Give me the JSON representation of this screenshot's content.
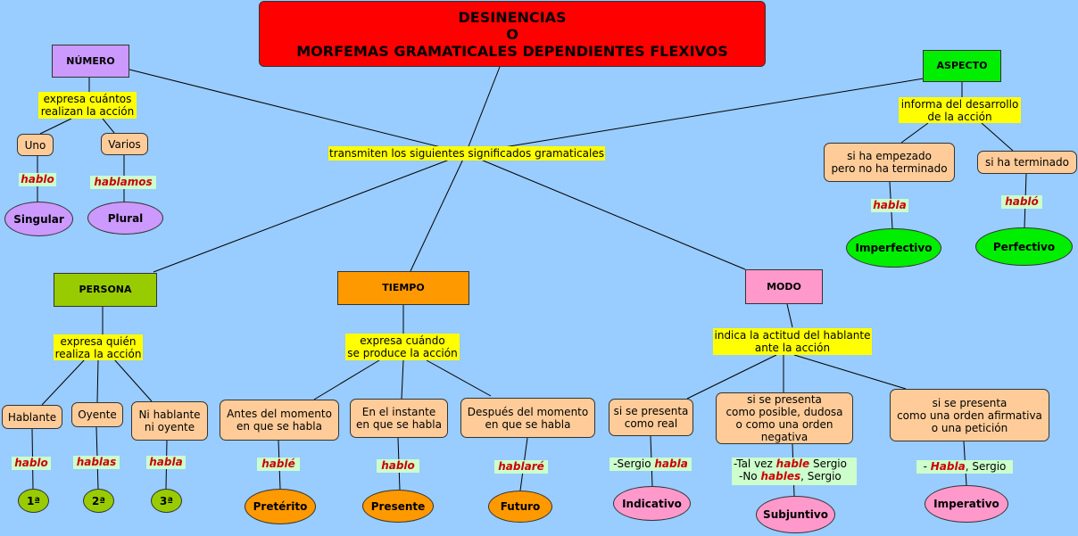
{
  "title": {
    "line1": "DESINENCIAS",
    "line2": "O",
    "line3": "MORFEMAS GRAMATICALES DEPENDIENTES FLEXIVOS"
  },
  "center_label": "transmiten los siguientes significados gramaticales",
  "numero": {
    "title": "NÚMERO",
    "link": "expresa cuántos\nrealizan la acción",
    "opt1": "Uno",
    "ex1": "hablo",
    "res1": "Singular",
    "opt2": "Varios",
    "ex2": "hablamos",
    "res2": "Plural"
  },
  "aspecto": {
    "title": "ASPECTO",
    "link": "informa del desarrollo\nde la acción",
    "opt1": "si ha empezado\npero no ha terminado",
    "ex1": "habla",
    "res1": "Imperfectivo",
    "opt2": "si ha terminado",
    "ex2": "habló",
    "res2": "Perfectivo"
  },
  "persona": {
    "title": "PERSONA",
    "link": "expresa quién\nrealiza la acción",
    "opt1": "Hablante",
    "ex1": "hablo",
    "res1": "1ª",
    "opt2": "Oyente",
    "ex2": "hablas",
    "res2": "2ª",
    "opt3": "Ni hablante\nni oyente",
    "ex3": "habla",
    "res3": "3ª"
  },
  "tiempo": {
    "title": "TIEMPO",
    "link": "expresa cuándo\nse produce la acción",
    "opt1": "Antes del momento\nen que se habla",
    "ex1": "hablé",
    "res1": "Pretérito",
    "opt2": "En el instante\nen que se habla",
    "ex2": "hablo",
    "res2": "Presente",
    "opt3": "Después del momento\nen que se habla",
    "ex3": "hablaré",
    "res3": "Futuro"
  },
  "modo": {
    "title": "MODO",
    "link": "indica la actitud del hablante\nante la acción",
    "opt1": "si se presenta\ncomo real",
    "ex1_pre": "-Sergio ",
    "ex1": "habla",
    "res1": "Indicativo",
    "opt2": "si se presenta\ncomo posible, dudosa\no como una orden negativa",
    "ex2a_pre": "-Tal vez ",
    "ex2a": "hable",
    "ex2a_post": "  Sergio",
    "ex2b_pre": "-No ",
    "ex2b": "hables",
    "ex2b_post": ",  Sergio",
    "res2": "Subjuntivo",
    "opt3": "si se presenta\ncomo una orden afirmativa\no una petición",
    "ex3_pre": "- ",
    "ex3": "Habla",
    "ex3_post": ",  Sergio",
    "res3": "Imperativo"
  },
  "colors": {
    "background": "#99ccff",
    "title": "#ff0000",
    "numero": "#cc99ff",
    "aspecto": "#00ee00",
    "persona": "#99cc00",
    "tiempo": "#ff9900",
    "modo": "#ff99cc",
    "option": "#ffcc99",
    "label": "#ffff00",
    "example": "#ccffcc",
    "example_word": "#cc0000"
  }
}
